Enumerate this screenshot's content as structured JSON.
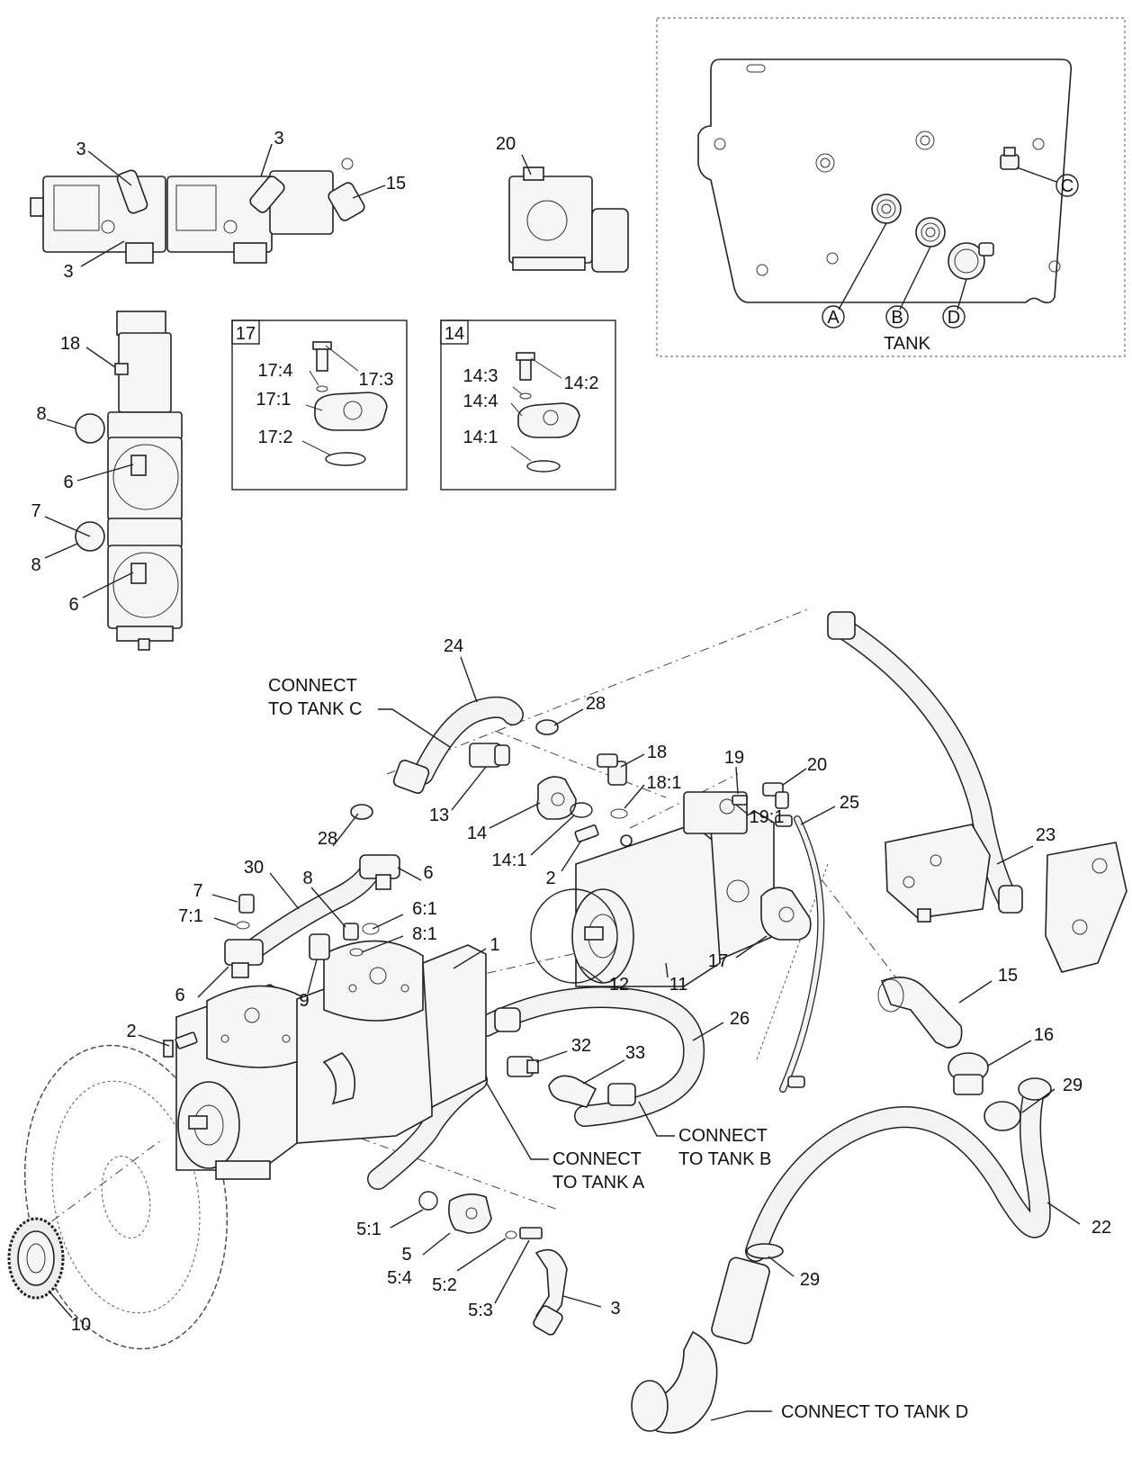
{
  "diagram": {
    "callouts": {
      "c_3a": "3",
      "c_3b": "3",
      "c_3c": "3",
      "c_15a": "15",
      "c_20a": "20",
      "c_18a": "18",
      "c_8a": "8",
      "c_6a": "6",
      "c_7a": "7",
      "c_8b": "8",
      "c_6b": "6",
      "c_24": "24",
      "c_28a": "28",
      "c_18b": "18",
      "c_18_1": "18:1",
      "c_19": "19",
      "c_20b": "20",
      "c_19_1": "19:1",
      "c_25": "25",
      "c_13": "13",
      "c_14": "14",
      "c_14_1": "14:1",
      "c_2a": "2",
      "c_23": "23",
      "c_28b": "28",
      "c_30": "30",
      "c_6c": "6",
      "c_7b": "7",
      "c_7_1": "7:1",
      "c_8c": "8",
      "c_6_1": "6:1",
      "c_8_1": "8:1",
      "c_6d": "6",
      "c_9": "9",
      "c_1": "1",
      "c_12": "12",
      "c_11": "11",
      "c_17": "17",
      "c_15b": "15",
      "c_16": "16",
      "c_29a": "29",
      "c_2b": "2",
      "c_26": "26",
      "c_32": "32",
      "c_33": "33",
      "c_5_1": "5:1",
      "c_5": "5",
      "c_5_4": "5:4",
      "c_5_2": "5:2",
      "c_5_3": "5:3",
      "c_3d": "3",
      "c_10": "10",
      "c_22": "22",
      "c_29b": "29"
    },
    "tank_detail": {
      "title": "TANK",
      "port_a": "A",
      "port_b": "B",
      "port_c": "C",
      "port_d": "D"
    },
    "inset_17": {
      "tag": "17",
      "l_17_4": "17:4",
      "l_17_3": "17:3",
      "l_17_1": "17:1",
      "l_17_2": "17:2"
    },
    "inset_14": {
      "tag": "14",
      "l_14_3": "14:3",
      "l_14_2": "14:2",
      "l_14_4": "14:4",
      "l_14_1": "14:1"
    },
    "notes": {
      "tank_c_line1": "CONNECT",
      "tank_c_line2": "TO TANK C",
      "tank_a_line1": "CONNECT",
      "tank_a_line2": "TO TANK A",
      "tank_b_line1": "CONNECT",
      "tank_b_line2": "TO TANK B",
      "tank_d": "CONNECT TO TANK D"
    }
  }
}
